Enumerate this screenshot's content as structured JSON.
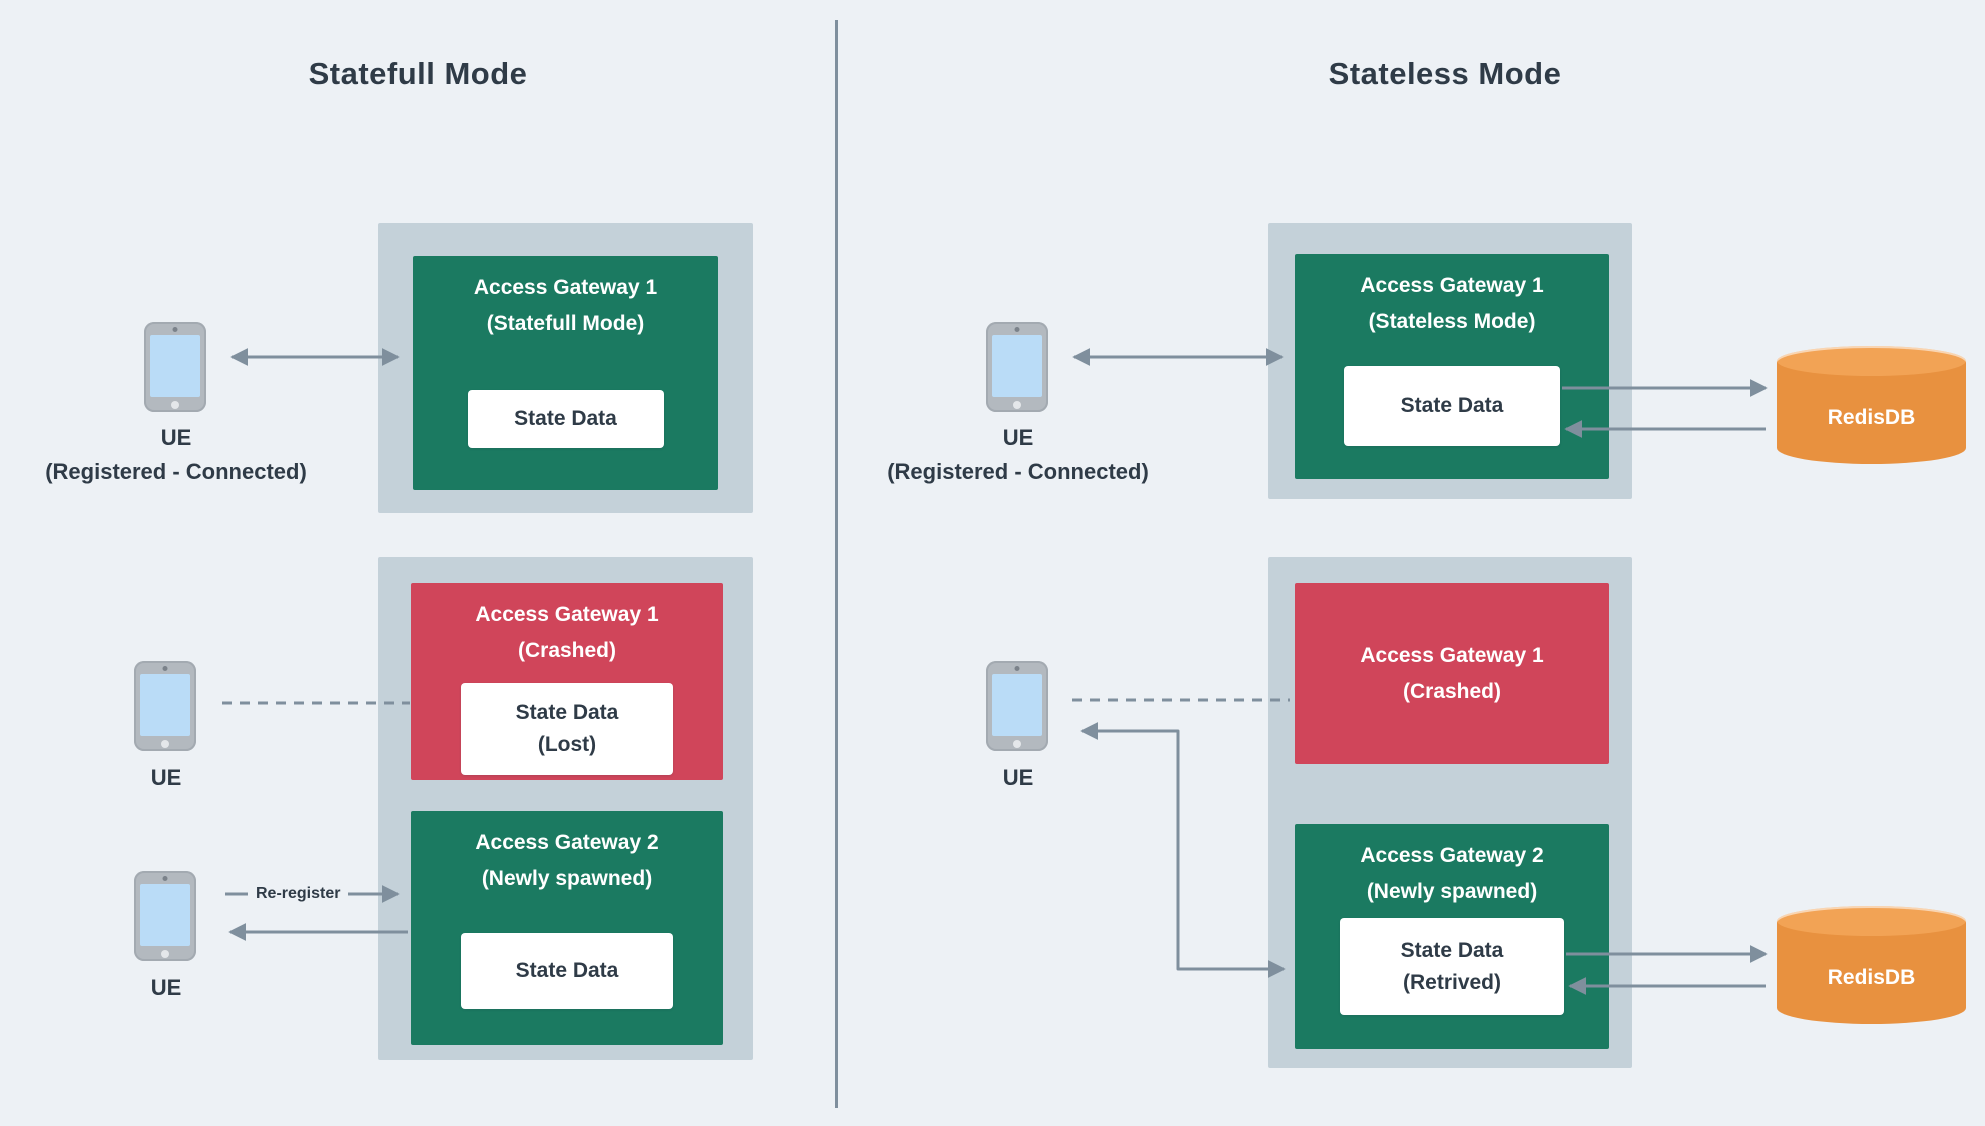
{
  "left": {
    "title": "Statefull Mode",
    "top": {
      "ue_label": "UE",
      "ue_status": "(Registered - Connected)",
      "gateway_title": "Access Gateway 1",
      "gateway_subtitle": "(Statefull Mode)",
      "state_data": "State Data"
    },
    "bottom": {
      "crashed_title": "Access Gateway 1",
      "crashed_subtitle": "(Crashed)",
      "crashed_state_line1": "State Data",
      "crashed_state_line2": "(Lost)",
      "ue_crashed_label": "UE",
      "ue_new_label": "UE",
      "reregister_label": "Re-register",
      "new_gateway_title": "Access Gateway 2",
      "new_gateway_subtitle": "(Newly spawned)",
      "new_state_data": "State Data"
    }
  },
  "right": {
    "title": "Stateless Mode",
    "top": {
      "ue_label": "UE",
      "ue_status": "(Registered - Connected)",
      "gateway_title": "Access Gateway 1",
      "gateway_subtitle": "(Stateless Mode)",
      "state_data": "State Data",
      "redis_label": "RedisDB"
    },
    "bottom": {
      "crashed_title": "Access Gateway 1",
      "crashed_subtitle": "(Crashed)",
      "ue_label": "UE",
      "new_gateway_title": "Access Gateway 2",
      "new_gateway_subtitle": "(Newly spawned)",
      "state_line1": "State Data",
      "state_line2": "(Retrived)",
      "redis_label": "RedisDB"
    }
  },
  "colors": {
    "background": "#edf1f5",
    "container": "#c4d1d9",
    "gateway_green": "#1b7a61",
    "gateway_red": "#d0455a",
    "redis_orange": "#e8913f",
    "text_dark": "#2f3b47",
    "arrow_gray": "#7f8f9d"
  }
}
